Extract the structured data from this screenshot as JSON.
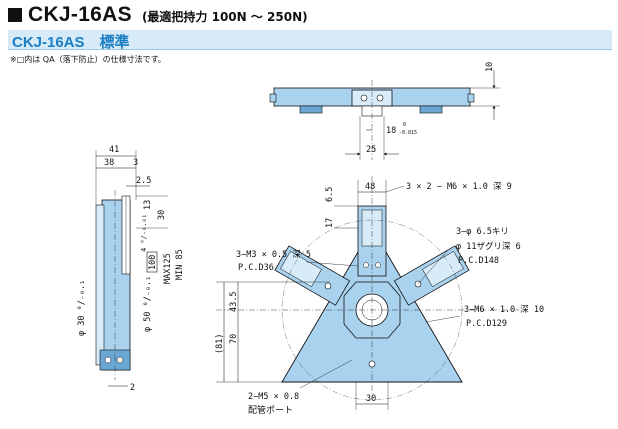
{
  "header": {
    "title": "CKJ-16AS",
    "subtitle": "(最適把持力 100N ～ 250N)",
    "band_label": "CKJ-16AS　標準",
    "note": "※□内は QA（落下防止）の仕様寸法です。"
  },
  "colors": {
    "part_fill": "#a9d2ee",
    "part_dark": "#6aa7d3",
    "band": "#d6eaf7",
    "band_text": "#1a7fc4"
  },
  "top_view": {
    "dim_height": "10",
    "dim_dia": "18",
    "dim_tol_upper": "0",
    "dim_tol_lower": "-0.015",
    "dim_width": "25"
  },
  "side_view": {
    "dim_41": "41",
    "dim_38": "38",
    "dim_3": "3",
    "dim_2_5": "2.5",
    "dim_13": "13",
    "dim_30": "30",
    "dim_4_tol": "4 ⁰/₋₀.₀₁",
    "dim_dia_30": "φ 30 ⁰/₋₀.₁",
    "dim_dia_50": "φ 50 ⁰/₋₀.₁",
    "dim_100": "100",
    "dim_max125": "MAX125",
    "dim_min85": "MIN 85",
    "dim_2": "2"
  },
  "front_view": {
    "dim_48": "48",
    "dim_17": "17",
    "dim_6_5": "6.5",
    "callout_m6_9": "3 × 2 − M6 × 1.0 深 9",
    "callout_m3": "3−M3 × 0.5 深 5",
    "callout_pcd36": "P.C.D36",
    "callout_phi65": "3−φ 6.5キリ",
    "callout_phi11": "φ 11ザグリ深 6",
    "callout_pcd148": "P.C.D148",
    "dim_43_5": "43.5",
    "dim_70": "70",
    "dim_81": "(81)",
    "callout_m6_10": "3−M6 × 1.0 深 10",
    "callout_pcd129": "P.C.D129",
    "callout_m5": "2−M5 × 0.8",
    "callout_port": "配管ポート",
    "dim_30b": "30"
  }
}
